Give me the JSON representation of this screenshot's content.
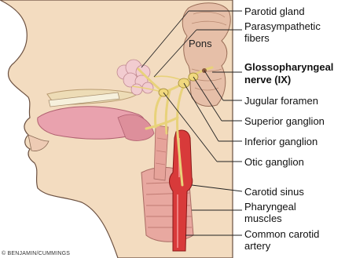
{
  "labels": {
    "parotid_gland": "Parotid gland",
    "parasympathetic_fibers_line1": "Parasympathetic",
    "parasympathetic_fibers_line2": "fibers",
    "pons": "Pons",
    "glossopharyngeal_line1": "Glossopharyngeal",
    "glossopharyngeal_line2": "nerve (IX)",
    "jugular_foramen": "Jugular foramen",
    "superior_ganglion": "Superior ganglion",
    "inferior_ganglion": "Inferior ganglion",
    "otic_ganglion": "Otic ganglion",
    "carotid_sinus": "Carotid sinus",
    "pharyngeal_muscles_line1": "Pharyngeal",
    "pharyngeal_muscles_line2": "muscles",
    "common_carotid_line1": "Common carotid",
    "common_carotid_line2": "artery"
  },
  "copyright": "© BENJAMIN/CUMMINGS",
  "colors": {
    "skin": "#f3dcc0",
    "skin_outline": "#6b5040",
    "nerve": "#e8d27a",
    "artery": "#d83a3a",
    "muscle": "#e8a8a0",
    "brainstem": "#e6bfa8",
    "leader": "#222222"
  }
}
